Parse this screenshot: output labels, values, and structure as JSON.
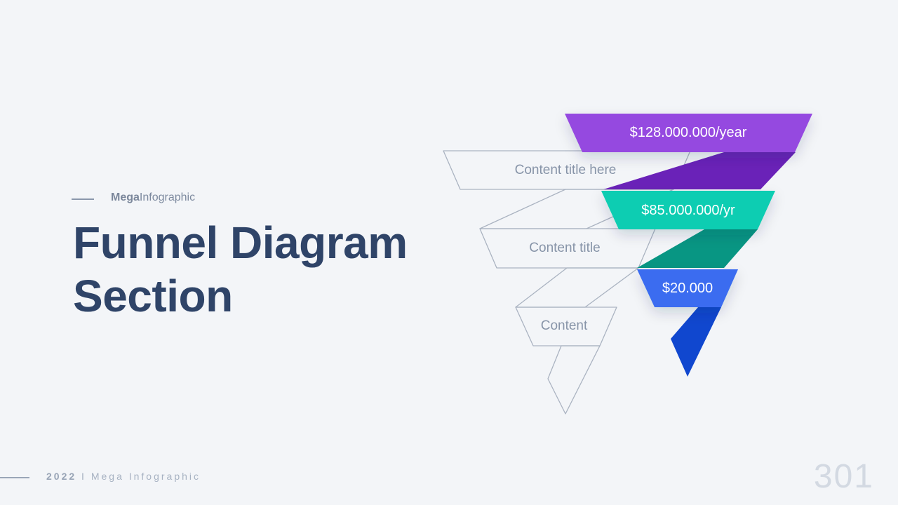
{
  "header": {
    "brand": "Mega",
    "brand_suffix": "Infographic",
    "title_line1": "Funnel Diagram",
    "title_line2": "Section"
  },
  "funnel": {
    "levels": [
      {
        "value": "$128.000.000/year",
        "outline_label": "Content title here",
        "color": "#9549e0",
        "fold_color": "#6a22b8"
      },
      {
        "value": "$85.000.000/yr",
        "outline_label": "Content title",
        "color": "#10cdb2",
        "fold_color": "#089683"
      },
      {
        "value": "$20.000",
        "outline_label": "Content",
        "color": "#3b6cf0",
        "fold_color": "#1047cf"
      }
    ]
  },
  "footer": {
    "year": "2022",
    "separator": "I",
    "brand": "Mega Infographic",
    "page_number": "301"
  }
}
